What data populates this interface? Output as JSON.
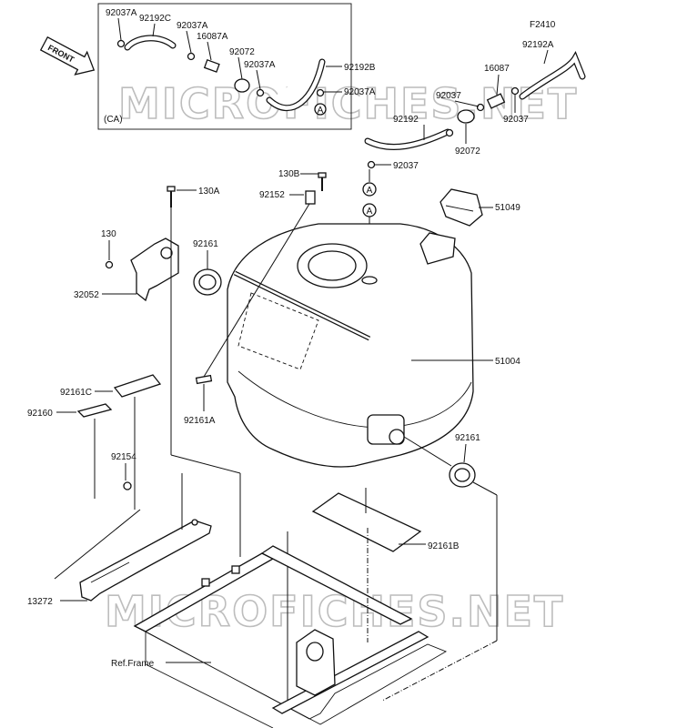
{
  "header": {
    "figure_code": "F2410",
    "front_label": "FRONT",
    "inset_note": "(CA)",
    "ref_frame": "Ref.Frame"
  },
  "parts": {
    "p92037A_1": "92037A",
    "p92192C": "92192C",
    "p92037A_2": "92037A",
    "p16087A": "16087A",
    "p92072_inset": "92072",
    "p92037A_3": "92037A",
    "p92192B": "92192B",
    "p92037A_4": "92037A",
    "p92192A": "92192A",
    "p16087": "16087",
    "p92037_a": "92037",
    "p92037_b": "92037",
    "p92192": "92192",
    "p92072": "92072",
    "p92037_c": "92037",
    "p130B": "130B",
    "p92152": "92152",
    "p130A": "130A",
    "p51049": "51049",
    "p130": "130",
    "p92161_top": "92161",
    "p32052": "32052",
    "p51004": "51004",
    "p92161C": "92161C",
    "p92160": "92160",
    "p92161A": "92161A",
    "p92161_right": "92161",
    "p92154": "92154",
    "p92161B": "92161B",
    "p13272": "13272"
  },
  "connectors": {
    "a1": "A",
    "a2": "A",
    "a3": "A"
  },
  "watermarks": {
    "top": "MICROFICHES.NET",
    "bottom": "MICROFICHES.NET"
  }
}
